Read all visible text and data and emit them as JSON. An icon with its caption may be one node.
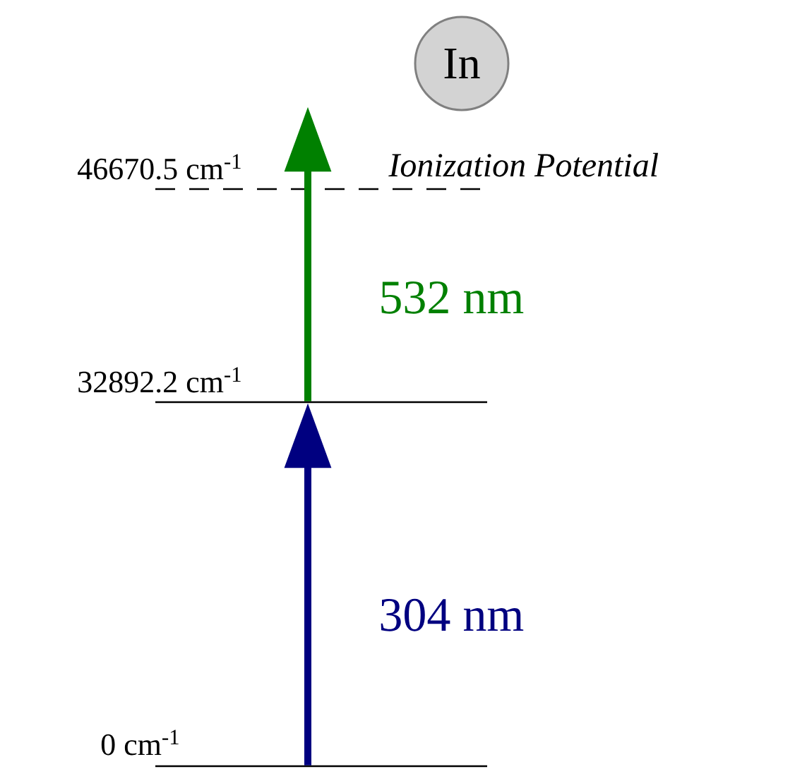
{
  "diagram": {
    "nodes": [
      {
        "text": [
          "In"
        ]
      },
      {
        "text": [],
        "shape": "bar",
        "beside": [
          "46670.5 cm$^{-1}$",
          "Ionization Potential"
        ]
      },
      {
        "text": [],
        "shape": "bar",
        "beside": [
          "32892.2 cm$^{-1}$"
        ]
      },
      {
        "text": [],
        "shape": "bar",
        "beside": [
          "0 cm$^{-1}$"
        ]
      }
    ],
    "edges": [
      {
        "from": 3,
        "to": 2,
        "arrow": "to",
        "label": "304 nm",
        "color": "#000080"
      },
      {
        "from": 2,
        "to": 1,
        "arrow": "to",
        "label": "532 nm",
        "color": "#008000"
      }
    ]
  }
}
